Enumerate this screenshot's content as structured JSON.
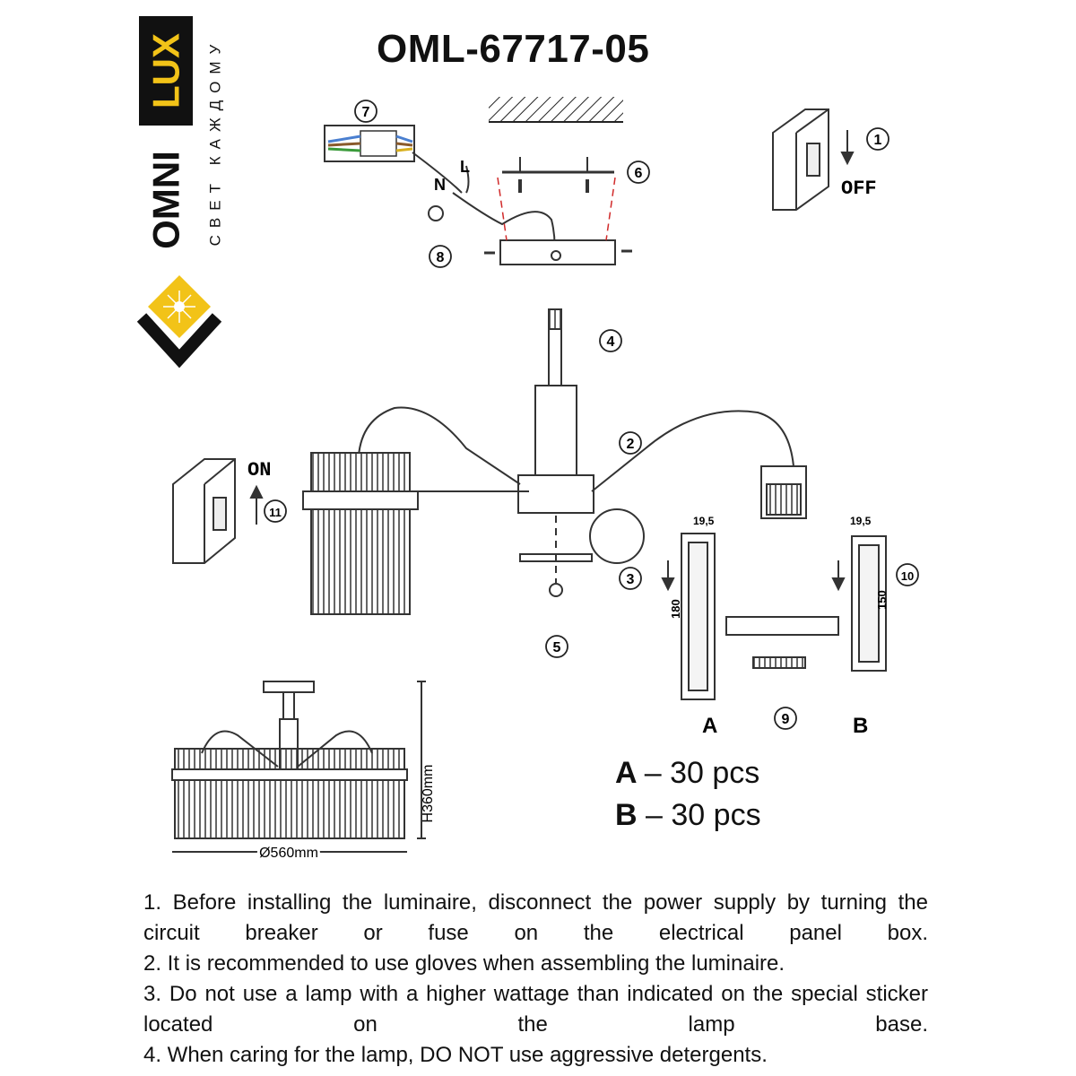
{
  "model_code": "OML-67717-05",
  "brand": {
    "name_part1": "OMNI",
    "name_part2": "LUX",
    "tagline": "СВЕТ КАЖДОМУ"
  },
  "labels": {
    "off": "OFF",
    "on": "ON",
    "neutral": "N",
    "live": "L",
    "crystal_a": "A",
    "crystal_b": "B",
    "dim_a_width": "19,5",
    "dim_a_length": "180",
    "dim_b_width": "19,5",
    "dim_b_length": "150",
    "height": "H360mm",
    "diameter": "Ø560mm"
  },
  "steps": [
    "1",
    "2",
    "3",
    "4",
    "5",
    "6",
    "7",
    "8",
    "9",
    "10",
    "11"
  ],
  "parts": [
    {
      "letter": "A",
      "dash": "–",
      "qty": "30 pcs"
    },
    {
      "letter": "B",
      "dash": "–",
      "qty": "30 pcs"
    }
  ],
  "instructions": [
    "1. Before installing the luminaire, disconnect the power supply by turning the circuit breaker or fuse on the electrical panel box.",
    "2. It is recommended to use gloves when assembling the luminaire.",
    "3. Do not use a lamp with a higher wattage than indicated on the special sticker located on the lamp base.",
    "4. When caring for the lamp, DO NOT use aggressive detergents."
  ],
  "colors": {
    "brand_black": "#111111",
    "brand_yellow": "#f2c318",
    "line": "#333333",
    "guide_red": "#d12a2a"
  }
}
